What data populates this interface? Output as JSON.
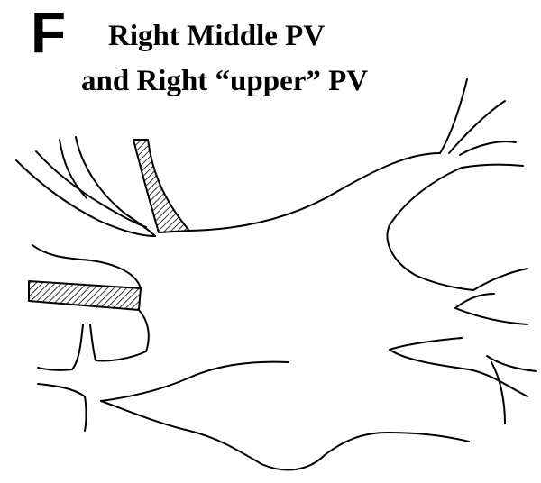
{
  "panel": {
    "letter": "F",
    "title_line_1": "Right Middle PV",
    "title_line_2": "and Right “upper” PV"
  },
  "colors": {
    "line": "#000000",
    "hatch": "#000000",
    "background": "#ffffff"
  },
  "regions": [
    "upper-shaded-band",
    "lower-shaded-band"
  ]
}
